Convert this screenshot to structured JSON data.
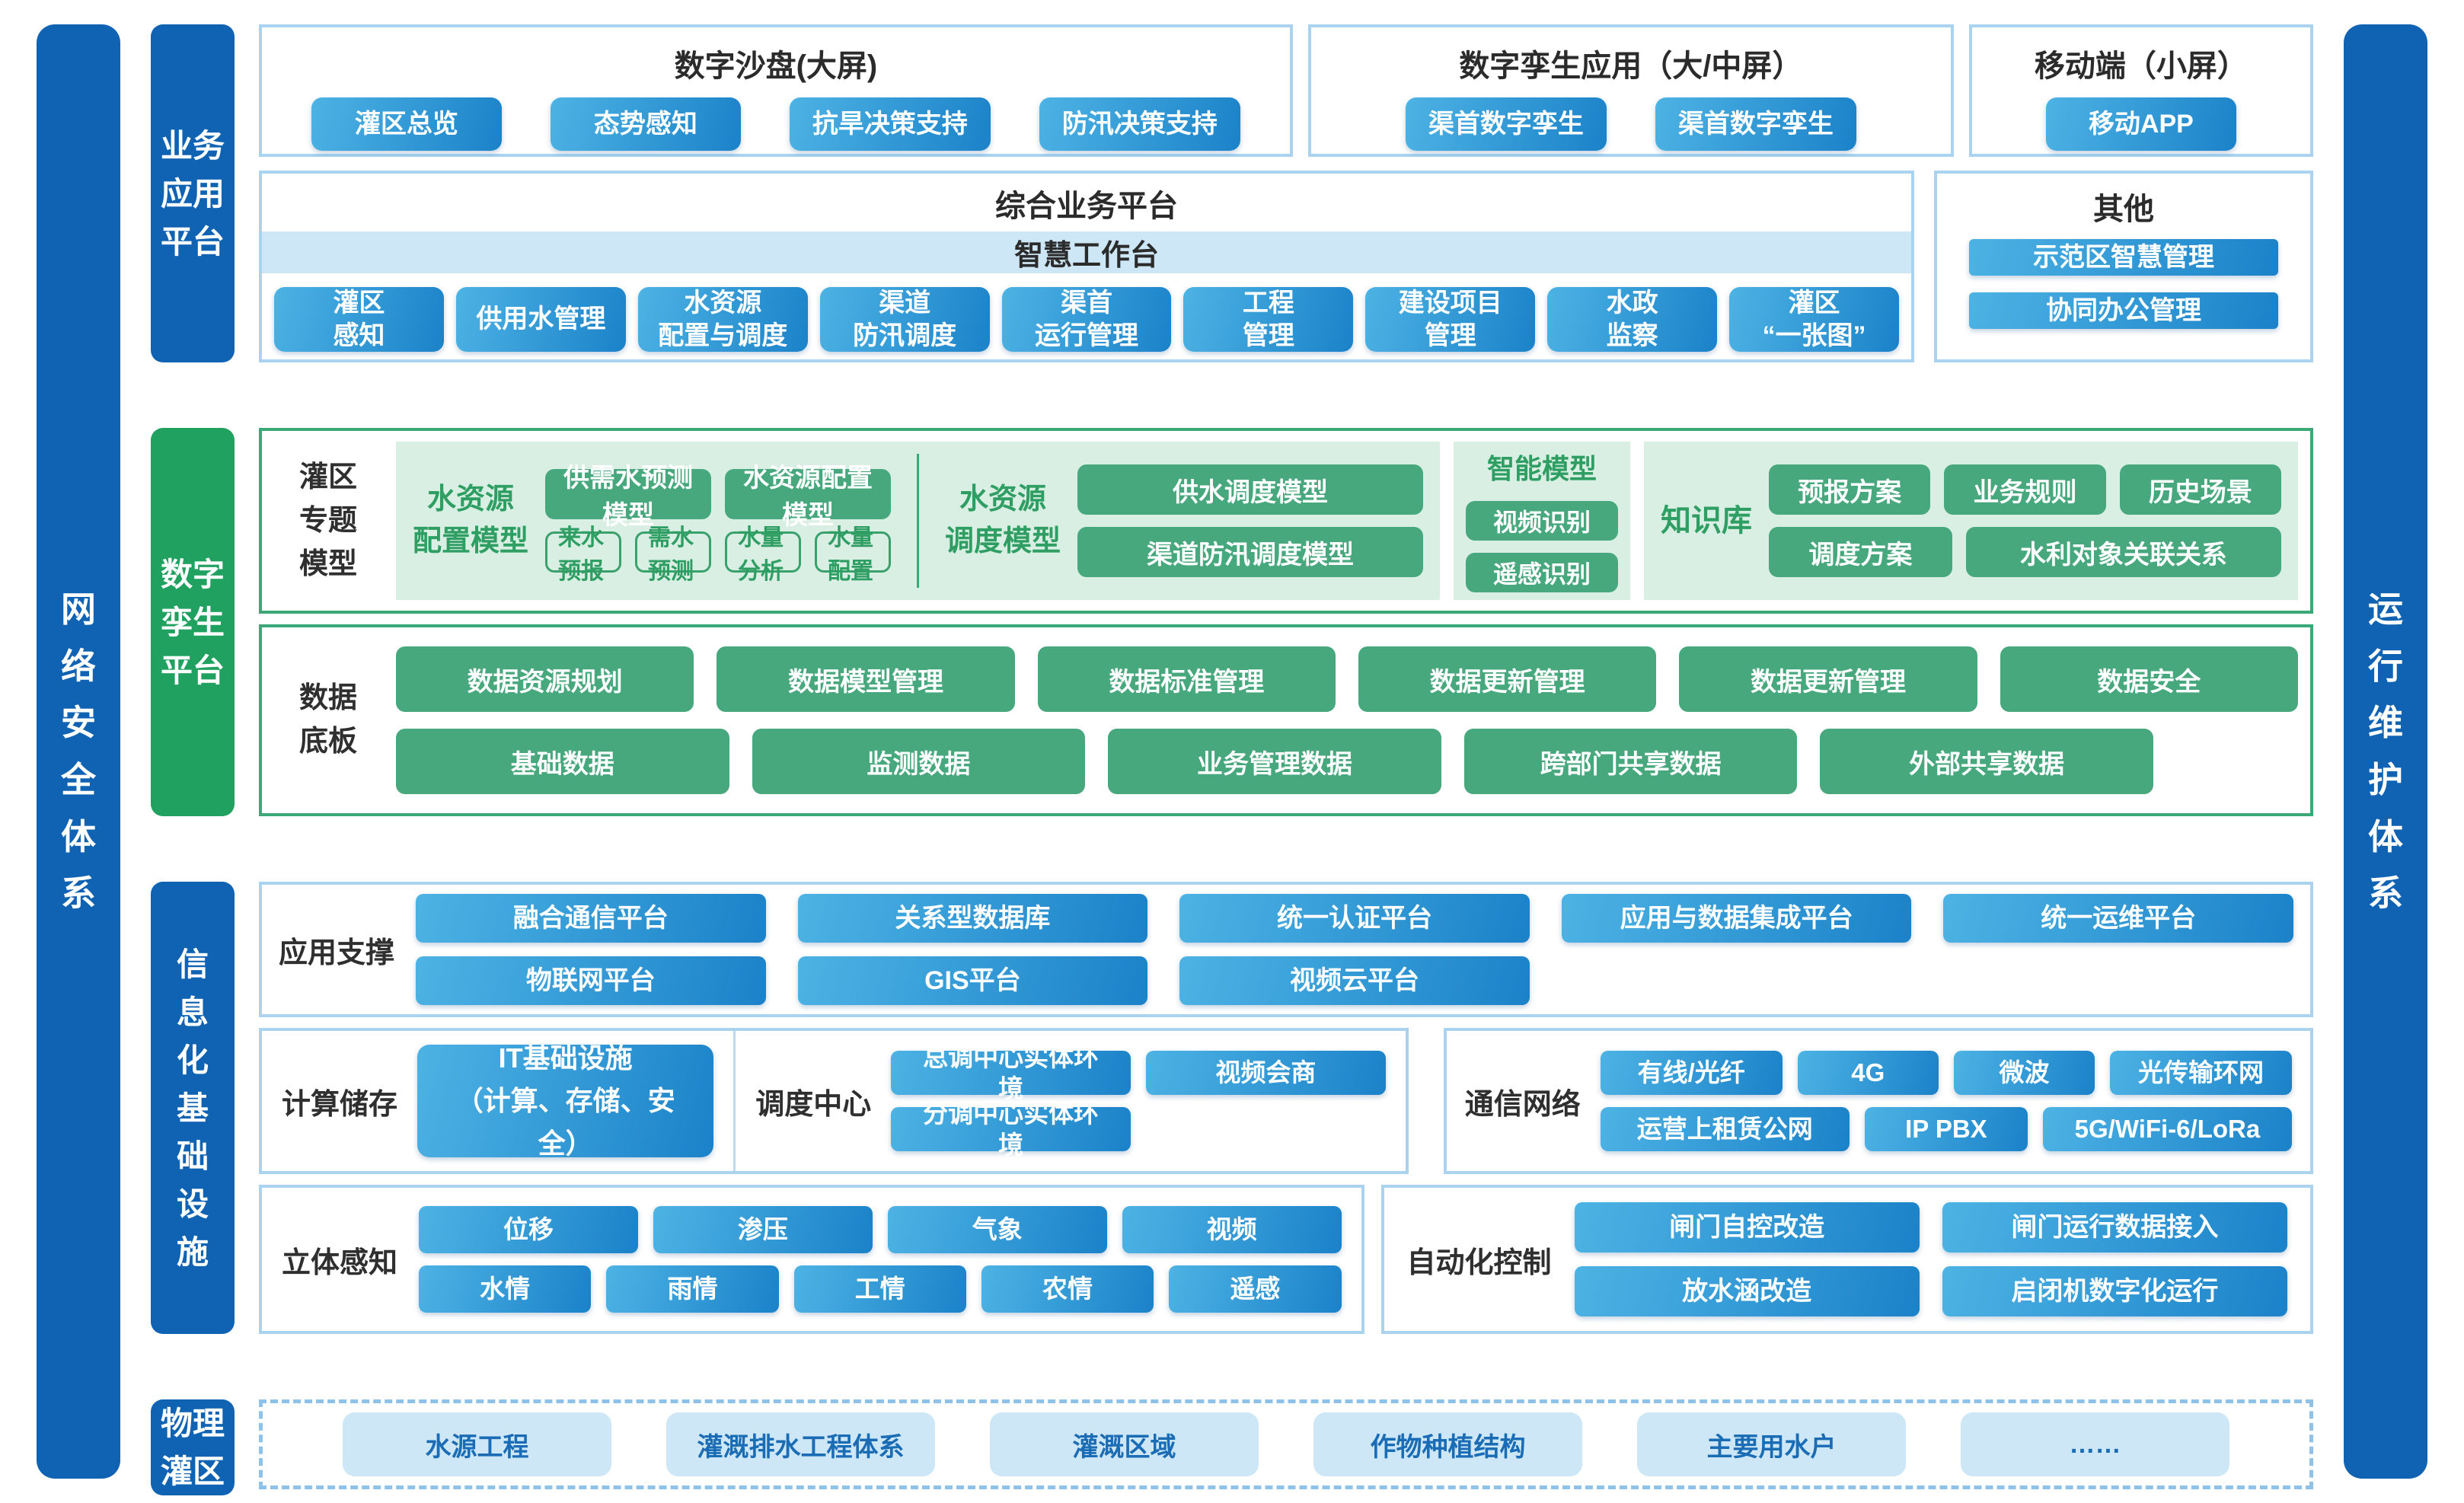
{
  "colors": {
    "deep_blue": "#1063b2",
    "green": "#21a15f",
    "button_blue_start": "#4db3e4",
    "button_blue_end": "#1b82c9",
    "green_button": "#47a87d",
    "light_green_bg": "#d9efe4",
    "light_blue_border": "#a9d3ef",
    "light_blue_button_bg": "#cde7f7"
  },
  "left_bar": {
    "label": "网\n络\n安\n全\n体\n系"
  },
  "right_bar": {
    "label": "运\n行\n维\n护\n体\n系"
  },
  "business_layer": {
    "label": "业务\n应用\n平台",
    "digital_sandbox": {
      "title": "数字沙盘(大屏)",
      "buttons": [
        "灌区总览",
        "态势感知",
        "抗旱决策支持",
        "防汛决策支持"
      ]
    },
    "twin_app": {
      "title": "数字孪生应用（大/中屏）",
      "buttons": [
        "渠首数字孪生",
        "渠首数字孪生"
      ]
    },
    "mobile": {
      "title": "移动端（小屏）",
      "buttons": [
        "移动APP"
      ]
    },
    "integrated_platform": {
      "title": "综合业务平台",
      "workbench": "智慧工作台",
      "buttons": [
        "灌区\n感知",
        "供用水管理",
        "水资源\n配置与调度",
        "渠道\n防汛调度",
        "渠首\n运行管理",
        "工程\n管理",
        "建设项目\n管理",
        "水政\n监察",
        "灌区\n“一张图”"
      ]
    },
    "other": {
      "title": "其他",
      "buttons": [
        "示范区智慧管理",
        "协同办公管理"
      ]
    }
  },
  "twin_layer": {
    "label": "数字\n孪生\n平台",
    "thematic_models": {
      "label": "灌区\n专题\n模型",
      "allocation_group": {
        "label": "水资源\n配置模型",
        "primary_buttons": [
          "供需水预测模型",
          "水资源配置模型"
        ],
        "secondary_buttons": [
          "来水预报",
          "需水预测",
          "水量分析",
          "水量配置"
        ]
      },
      "dispatch_group": {
        "label": "水资源\n调度模型",
        "buttons": [
          "供水调度模型",
          "渠道防汛调度模型"
        ]
      },
      "ai_models": {
        "label": "智能模型",
        "buttons": [
          "视频识别",
          "遥感识别"
        ]
      },
      "knowledge_base": {
        "label": "知识库",
        "row1": [
          "预报方案",
          "业务规则",
          "历史场景"
        ],
        "row2": [
          "调度方案",
          "水利对象关联关系"
        ]
      }
    },
    "data_base": {
      "label": "数据\n底板",
      "row1": [
        "数据资源规划",
        "数据模型管理",
        "数据标准管理",
        "数据更新管理",
        "数据更新管理",
        "数据安全"
      ],
      "row2": [
        "基础数据",
        "监测数据",
        "业务管理数据",
        "跨部门共享数据",
        "外部共享数据"
      ]
    }
  },
  "infra_layer": {
    "label": "信\n息\n化\n基\n础\n设\n施",
    "app_support": {
      "label": "应用支撑",
      "row1": [
        "融合通信平台",
        "关系型数据库",
        "统一认证平台",
        "应用与数据集成平台",
        "统一运维平台"
      ],
      "row2": [
        "物联网平台",
        "GIS平台",
        "视频云平台"
      ]
    },
    "computing": {
      "label": "计算储存",
      "button": "IT基础设施\n（计算、存储、安全）"
    },
    "dispatch_center": {
      "label": "调度中心",
      "row1": [
        "总调中心实体环境",
        "视频会商"
      ],
      "row2": [
        "分调中心实体环境"
      ]
    },
    "network": {
      "label": "通信网络",
      "row1": [
        "有线/光纤",
        "4G",
        "微波",
        "光传输环网"
      ],
      "row2": [
        "运营上租赁公网",
        "IP PBX",
        "5G/WiFi-6/LoRa"
      ]
    },
    "sensing": {
      "label": "立体感知",
      "row1": [
        "位移",
        "渗压",
        "气象",
        "视频"
      ],
      "row2": [
        "水情",
        "雨情",
        "工情",
        "农情",
        "遥感"
      ]
    },
    "automation": {
      "label": "自动化控制",
      "row1": [
        "闸门自控改造",
        "闸门运行数据接入"
      ],
      "row2": [
        "放水涵改造",
        "启闭机数字化运行"
      ]
    }
  },
  "physical_layer": {
    "label": "物理\n灌区",
    "buttons": [
      "水源工程",
      "灌溉排水工程体系",
      "灌溉区域",
      "作物种植结构",
      "主要用水户",
      "……"
    ]
  }
}
